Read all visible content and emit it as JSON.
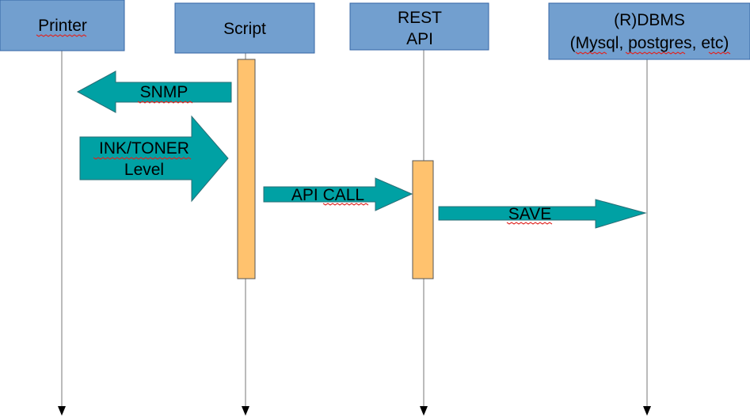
{
  "colors": {
    "actor_fill": "#729fcf",
    "actor_stroke": "#3465a4",
    "activation_fill": "#ffc26e",
    "activation_stroke": "#555555",
    "arrow_fill": "#00a1a4",
    "arrow_stroke": "#2a6e76",
    "lifeline": "#777777",
    "spellcheck_underline": "#e0231f"
  },
  "actors": [
    {
      "id": "printer",
      "lines": [
        "Printer"
      ]
    },
    {
      "id": "script",
      "lines": [
        "Script"
      ]
    },
    {
      "id": "rest-api",
      "lines": [
        "REST",
        "API"
      ]
    },
    {
      "id": "rdbms",
      "lines": [
        "(R)DBMS",
        "(Mysql, postgres, etc)"
      ]
    }
  ],
  "messages": [
    {
      "id": "snmp",
      "lines": [
        "SNMP"
      ],
      "direction": "left"
    },
    {
      "id": "ink-toner-level",
      "lines": [
        "INK/TONER",
        "Level"
      ],
      "direction": "right"
    },
    {
      "id": "api-call",
      "lines": [
        "API CALL"
      ],
      "direction": "right"
    },
    {
      "id": "save",
      "lines": [
        "SAVE"
      ],
      "direction": "right"
    }
  ]
}
